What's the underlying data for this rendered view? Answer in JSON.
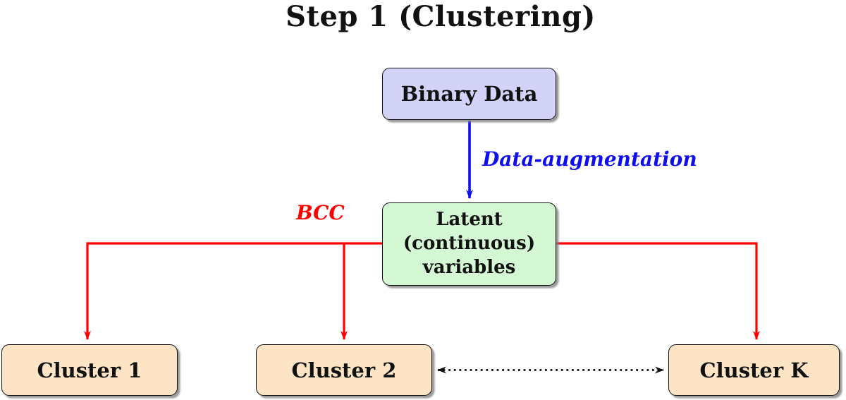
{
  "title": "Step 1 (Clustering)",
  "colors": {
    "binary_fill": "#d3d3f7",
    "latent_fill": "#d3f8d3",
    "cluster_fill": "#fce4c5",
    "blue_arrow": "#0f0fee",
    "red_arrow": "#fe0000",
    "black_arrow": "#111111",
    "blue_text": "#0f0fee",
    "red_text": "#fe0000"
  },
  "nodes": {
    "binary_data": {
      "label": "Binary Data"
    },
    "latent": {
      "label": "Latent\n(continuous)\nvariables"
    },
    "cluster_1": {
      "label": "Cluster 1"
    },
    "cluster_2": {
      "label": "Cluster 2"
    },
    "cluster_k": {
      "label": "Cluster K"
    }
  },
  "edge_labels": {
    "data_augmentation": "Data-augmentation",
    "bcc": "BCC"
  }
}
